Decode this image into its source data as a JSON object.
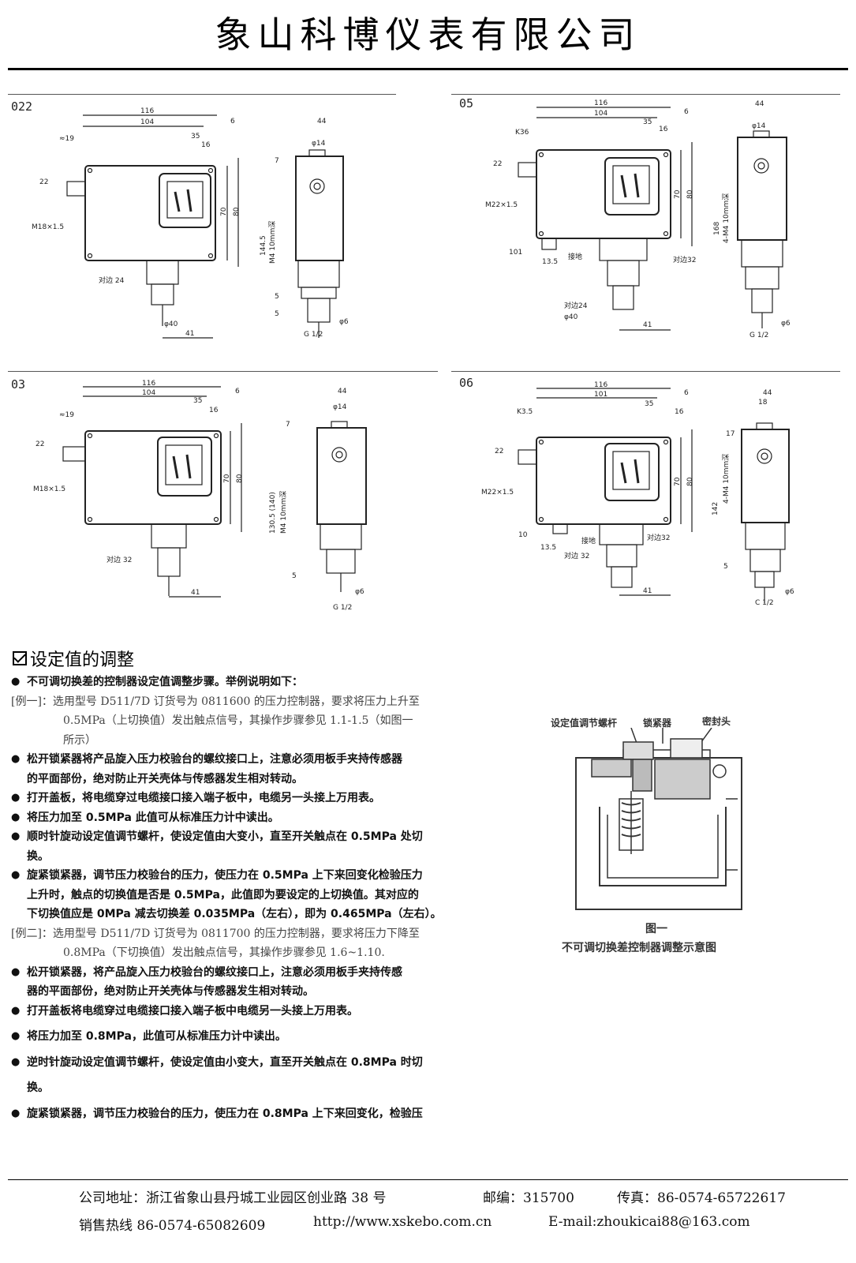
{
  "header": {
    "company": "象山科博仪表有限公司"
  },
  "figures": [
    {
      "id": "022",
      "label": "022",
      "dims": {
        "d116": "116",
        "d104": "104",
        "d6": "6",
        "d44": "44",
        "d35": "35",
        "d16": "16",
        "d14": "φ14",
        "d19": "≈19",
        "d22": "22",
        "thread": "M18×1.5",
        "d70": "70",
        "d80": "80",
        "d1445": "144.5",
        "deep": "M4 10mm深",
        "d7": "7",
        "d5a": "5",
        "flat": "对边 24",
        "d40": "φ40",
        "d41": "41",
        "d5b": "5",
        "d6b": "φ6",
        "g": "G 1/2"
      }
    },
    {
      "id": "05",
      "label": "05",
      "dims": {
        "d116": "116",
        "d104": "104",
        "d6": "6",
        "d44": "44",
        "d35": "35",
        "k": "K36",
        "d14": "φ14",
        "d16": "16",
        "d22": "22",
        "thread": "M22×1.5",
        "d70": "70",
        "d80": "80",
        "d168": "168",
        "deep": "4-M4 10mm深",
        "d101": "101",
        "d135": "13.5",
        "ground": "接地",
        "flat32": "对边32",
        "flat24": "对边24",
        "d40": "φ40",
        "d41": "41",
        "d6b": "φ6",
        "g": "G 1/2"
      }
    },
    {
      "id": "03",
      "label": "03",
      "dims": {
        "d116": "116",
        "d104": "104",
        "d6": "6",
        "d44": "44",
        "d35": "35",
        "d16": "16",
        "d14": "φ14",
        "d19": "≈19",
        "d22": "22",
        "thread": "M18×1.5",
        "d70": "70",
        "d80": "80",
        "d1305": "130.5 (140)",
        "deep": "M4 10mm深",
        "d7": "7",
        "flat": "对边 32",
        "d41": "41",
        "d5": "5",
        "d6b": "φ6",
        "g": "G 1/2"
      }
    },
    {
      "id": "06",
      "label": "06",
      "dims": {
        "d116": "116",
        "d101": "101",
        "d6": "6",
        "d44": "44",
        "d35": "35",
        "k": "K3.5",
        "d16": "16",
        "d18": "18",
        "d22": "22",
        "thread": "M22×1.5",
        "d70": "70",
        "d80": "80",
        "d142": "142",
        "deep": "4-M4 10mm深",
        "d17": "17",
        "d10": "10",
        "d135": "13.5",
        "ground": "接地",
        "flat32a": "对边32",
        "flat32b": "对边 32",
        "d41": "41",
        "d5": "5",
        "d6b": "φ6",
        "g": "C 1/2"
      }
    }
  ],
  "section": {
    "title": "设定值的调整",
    "lines": [
      {
        "type": "bullet",
        "text": "不可调切换差的控制器设定值调整步骤。举例说明如下："
      },
      {
        "type": "example",
        "text": "[例一]：选用型号 D511/7D 订货号为 0811600 的压力控制器，要求将压力上升至"
      },
      {
        "type": "example-indent",
        "text": "0.5MPa（上切换值）发出触点信号，其操作步骤参见 1.1-1.5（如图一"
      },
      {
        "type": "example-indent",
        "text": "所示）"
      },
      {
        "type": "bullet",
        "text": "松开锁紧器将产品旋入压力校验台的螺纹接口上，注意必须用板手夹持传感器"
      },
      {
        "type": "bullet-cont",
        "text": "的平面部份，绝对防止开关壳体与传感器发生相对转动。"
      },
      {
        "type": "bullet",
        "text": "打开盖板，将电缆穿过电缆接口接入端子板中，电缆另一头接上万用表。"
      },
      {
        "type": "bullet",
        "text": "将压力加至 0.5MPa 此值可从标准压力计中读出。"
      },
      {
        "type": "bullet",
        "text": "顺时针旋动设定值调节螺杆，使设定值由大变小，直至开关触点在 0.5MPa 处切"
      },
      {
        "type": "bullet-cont",
        "text": "换。"
      },
      {
        "type": "bullet",
        "text": "旋紧锁紧器，调节压力校验台的压力，使压力在 0.5MPa 上下来回变化检验压力"
      },
      {
        "type": "bullet-cont",
        "text": "上升时，触点的切换值是否是 0.5MPa，此值即为要设定的上切换值。其对应的"
      },
      {
        "type": "bullet-cont",
        "text": "下切换值应是 0MPa 减去切换差 0.035MPa（左右），即为 0.465MPa（左右）。"
      },
      {
        "type": "example",
        "text": "[例二]：选用型号 D511/7D 订货号为 0811700 的压力控制器，要求将压力下降至"
      },
      {
        "type": "example-indent",
        "text": "0.8MPa（下切换值）发出触点信号，其操作步骤参见 1.6~1.10."
      },
      {
        "type": "bullet",
        "text": "松开锁紧器，将产品旋入压力校验台的螺纹接口上，注意必须用板手夹持传感"
      },
      {
        "type": "bullet-cont",
        "text": "器的平面部份，绝对防止开关壳体与传感器发生相对转动。"
      },
      {
        "type": "bullet",
        "text": "打开盖板将电缆穿过电缆接口接入端子板中电缆另一头接上万用表。"
      },
      {
        "type": "bullet",
        "text": "将压力加至 0.8MPa，此值可从标准压力计中读出。"
      },
      {
        "type": "bullet",
        "text": "逆时针旋动设定值调节螺杆，使设定值由小变大，直至开关触点在 0.8MPa 时切"
      },
      {
        "type": "bullet-cont",
        "text": "换。"
      },
      {
        "type": "bullet",
        "text": "旋紧锁紧器，调节压力校验台的压力，使压力在 0.8MPa 上下来回变化，检验压"
      }
    ]
  },
  "figure1": {
    "labels": {
      "screw": "设定值调节螺杆",
      "lock": "锁紧器",
      "seal": "密封头"
    },
    "caption_num": "图一",
    "caption": "不可调切换差控制器调整示意图"
  },
  "footer": {
    "address": "公司地址：浙江省象山县丹城工业园区创业路 38 号",
    "postcode": "邮编：315700",
    "fax": "传真：86-0574-65722617",
    "hotline": "销售热线 86-0574-65082609",
    "website": "http://www.xskebo.com.cn",
    "email": "E-mail:zhoukicai88@163.com"
  }
}
